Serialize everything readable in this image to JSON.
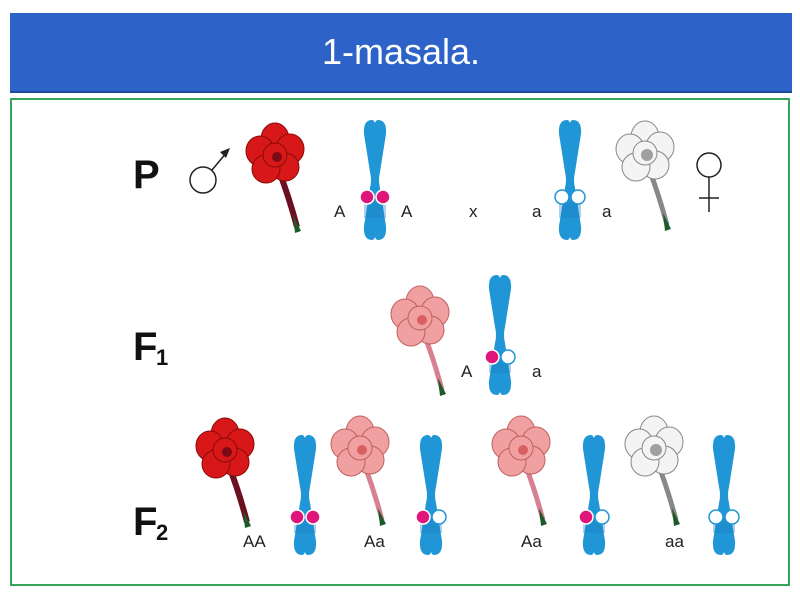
{
  "title": "1-masala.",
  "colors": {
    "title_bg": "#2d62c8",
    "frame": "#35a35a",
    "chromosome": "#2196d6",
    "dominant_allele": "#e0157a",
    "red_flower": "#d81818",
    "pink_flower": "#f0a0a0",
    "white_flower": "#f2f2f2"
  },
  "rows": {
    "p": {
      "label": "P",
      "male_symbol": "♂",
      "female_symbol": "♀",
      "cross_sign": "x",
      "left_alleles": [
        "A",
        "A"
      ],
      "right_alleles": [
        "a",
        "a"
      ],
      "left_flower": "red-flower",
      "right_flower": "white-flower"
    },
    "f1": {
      "label": "F",
      "subscript": "1",
      "alleles": [
        "A",
        "a"
      ],
      "flower": "pink-flower"
    },
    "f2": {
      "label": "F",
      "subscript": "2",
      "genotypes": [
        {
          "label": "AA",
          "flower": "red-flower",
          "alleles": [
            "A",
            "A"
          ]
        },
        {
          "label": "Aa",
          "flower": "pink-flower",
          "alleles": [
            "A",
            "a"
          ]
        },
        {
          "label": "Aa",
          "flower": "pink-flower",
          "alleles": [
            "A",
            "a"
          ]
        },
        {
          "label": "aa",
          "flower": "white-flower",
          "alleles": [
            "a",
            "a"
          ]
        }
      ]
    }
  }
}
